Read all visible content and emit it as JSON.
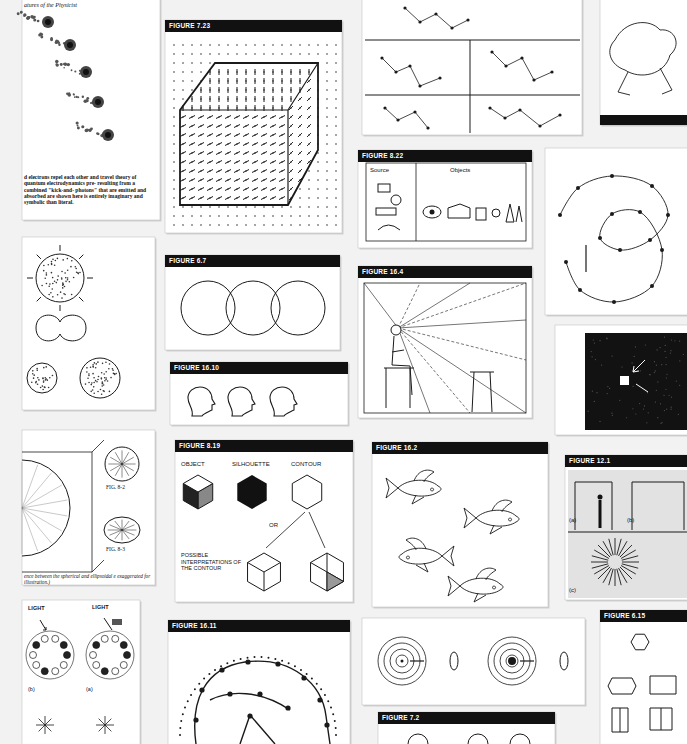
{
  "diagram": {
    "nodes": [
      {
        "text": [
          "FIGURE 7.23"
        ]
      },
      {
        "text": [
          "FIGURE 8.22",
          "Source",
          "Objects"
        ]
      },
      {
        "text": [
          "FIGURE 6.7"
        ]
      },
      {
        "text": [
          "FIGURE 16.4"
        ]
      },
      {
        "text": [
          "FIGURE 16.10"
        ]
      },
      {
        "text": [
          "FIGURE 8.19",
          "OBJECT",
          "SILHOUETTE",
          "CONTOUR",
          "OR",
          "POSSIBLE INTERPRETATIONS OF THE CONTOUR"
        ]
      },
      {
        "text": [
          "FIGURE 16.2"
        ]
      },
      {
        "text": [
          "FIGURE 12.1",
          "(a)",
          "(b)",
          "(c)"
        ]
      },
      {
        "text": [
          "FIGURE 16.11"
        ]
      },
      {
        "text": [
          "FIGURE 7.2"
        ]
      },
      {
        "text": [
          "FIGURE 6.15"
        ]
      }
    ],
    "labels": [
      "atures of the Physicist",
      "d electrons repel each other and travel theory of quantum electrodynamics pre- resulting from a combined \"kick-and- photons\" that are emitted and absorbed are shown here is entirely imaginary and symbolic than literal.",
      "FIG. 8-2",
      "FIG. 8-3",
      "ence between the spherical and ellipsoidal e exaggerated for illustration.)",
      "LIGHT",
      "LIGHT",
      "(b)",
      "(a)"
    ]
  }
}
